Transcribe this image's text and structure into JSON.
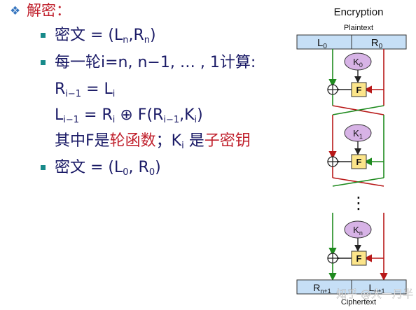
{
  "slide": {
    "title": "解密：",
    "bullets": [
      {
        "lead": "密文 = (L",
        "s1": "n",
        "mid": ",R",
        "s2": "n",
        "tail": ")"
      },
      {
        "text": "每一轮i=n, n−1, … , 1计算:"
      },
      {
        "text": "密文 = (L",
        "s1": "0",
        "mid": ", R",
        "s2": "0",
        "tail": ")"
      }
    ],
    "formula1": {
      "a": "R",
      "a_sub": "i−1",
      "b": " = L",
      "b_sub": "i"
    },
    "formula2": {
      "a": "L",
      "a_sub": "i−1",
      "b": " = R",
      "b_sub": "i",
      "c": " ⊕ F(R",
      "c_sub": "i−1",
      "d": ",K",
      "d_sub": "i",
      "e": ")"
    },
    "note": {
      "p1": "其中F是",
      "p2": "轮函数",
      "p3": "；K",
      "p3_sub": "i",
      "p4": " 是",
      "p5": "子密钥"
    }
  },
  "diagram": {
    "title": "Encryption",
    "plaintext_label": "Plaintext",
    "ciphertext_label": "Ciphertext",
    "top_left": "L",
    "top_left_sub": "0",
    "top_right": "R",
    "top_right_sub": "0",
    "bottom_left": "R",
    "bottom_left_sub": "n+1",
    "bottom_right": "L",
    "bottom_right_sub": "n+1",
    "keys": [
      {
        "label": "K",
        "sub": "0"
      },
      {
        "label": "K",
        "sub": "1"
      },
      {
        "label": "K",
        "sub": "n"
      }
    ],
    "f_label": "F",
    "dots": "⋮",
    "xor": "⊕"
  },
  "watermark": "知乎 @大一月半",
  "colors": {
    "title": "#c0202c",
    "text": "#1a1a66",
    "bullet": "#178a8a",
    "green": "#1e8a1e",
    "red": "#b81818",
    "box": "#c6dff6",
    "key": "#d7b3e6",
    "f": "#fce58a"
  }
}
